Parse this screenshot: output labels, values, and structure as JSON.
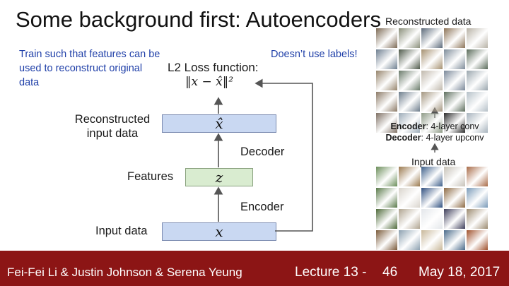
{
  "slide": {
    "title": "Some background first: Autoencoders",
    "note_left": "Train such that features can be used to reconstruct original data",
    "note_right": "Doesn’t use labels!",
    "loss_label": "L2 Loss function:",
    "loss_formula": "‖x − x̂‖²"
  },
  "diagram": {
    "recon_label": "Reconstructed input data",
    "recon_var": "x̂",
    "features_label": "Features",
    "features_var": "z",
    "input_label": "Input data",
    "input_var": "x",
    "decoder_label": "Decoder",
    "encoder_label": "Encoder"
  },
  "examples": {
    "recon_title": "Reconstructed data",
    "encoder_bold": "Encoder",
    "encoder_rest": ": 4-layer conv",
    "decoder_bold": "Decoder",
    "decoder_rest": ": 4-layer upconv",
    "input_title": "Input data",
    "recon_tile_colors": [
      "#7d6a55",
      "#8a8f7a",
      "#5c6a7a",
      "#8d7458",
      "#b8b2a6",
      "#6e7f90",
      "#4f5a4a",
      "#a59070",
      "#7e8c99",
      "#5a6b5a",
      "#96846b",
      "#6a7b6a",
      "#c0b8ac",
      "#7a8899",
      "#9aa6ae",
      "#8c7a66",
      "#6d7d8c",
      "#a3957f",
      "#5d6e5d",
      "#b5c0c8",
      "#7f7064",
      "#9cabb8",
      "#8e9a86",
      "#2b2b2b",
      "#a7b3bd"
    ],
    "input_tile_colors": [
      "#6b8e5a",
      "#9b7a4f",
      "#3d5f8a",
      "#c7c2b8",
      "#a86b48",
      "#5a7a4a",
      "#d9d4cc",
      "#2f4f7f",
      "#8d6a44",
      "#7a9ab8",
      "#4f6a3a",
      "#b0a490",
      "#e3e6ea",
      "#3e3e5a",
      "#9c8b70",
      "#7a5a3a",
      "#8ca0b0",
      "#c9b89a",
      "#4a6a8a",
      "#a0522d",
      "#8b6b4b",
      "#5b7b9b",
      "#111111",
      "#c0c8cc",
      "#b03030"
    ]
  },
  "footer": {
    "names": "Fei-Fei Li & Justin Johnson & Serena Yeung",
    "lecture": "Lecture 13 -",
    "page": "46",
    "date": "May 18, 2017"
  }
}
